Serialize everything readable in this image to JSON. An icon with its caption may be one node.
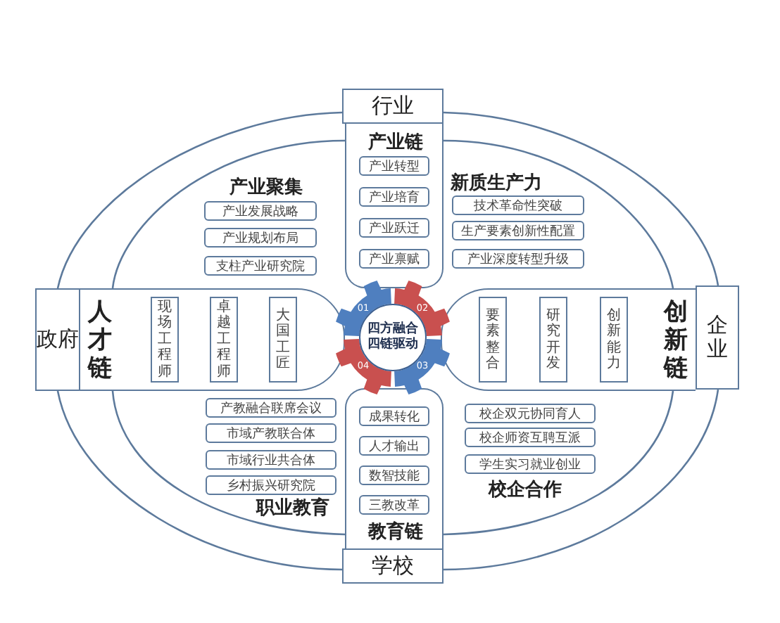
{
  "diagram": {
    "nodes": [
      {
        "text": [
          "行业"
        ]
      },
      {
        "text": [
          "产业链"
        ]
      },
      {
        "text": [
          "产业转型"
        ],
        "in": 1
      },
      {
        "text": [
          "产业培育"
        ],
        "in": 1
      },
      {
        "text": [
          "产业跃迁"
        ],
        "in": 1
      },
      {
        "text": [
          "产业禀赋"
        ],
        "in": 1
      },
      {
        "text": [
          "产业发展战略"
        ]
      },
      {
        "text": [
          "产业规划布局"
        ]
      },
      {
        "text": [
          "支柱产业研究院"
        ]
      },
      {
        "text": [
          "技术革命性突破"
        ]
      },
      {
        "text": [
          "生产要素创新性配置"
        ]
      },
      {
        "text": [
          "产业深度转型升级"
        ]
      },
      {
        "text": [
          "政府"
        ]
      },
      {
        "text": [
          "人才链"
        ]
      },
      {
        "text": [
          "现场工程师"
        ],
        "in": 13
      },
      {
        "text": [
          "卓越工程师"
        ],
        "in": 13
      },
      {
        "text": [
          "大国工匠"
        ],
        "in": 13
      },
      {
        "text": [
          "四方融合四链驱动"
        ]
      },
      {
        "text": [
          "创新链"
        ]
      },
      {
        "text": [
          "要素整合"
        ],
        "in": 18
      },
      {
        "text": [
          "研究开发"
        ],
        "in": 18
      },
      {
        "text": [
          "创新能力"
        ],
        "in": 18
      },
      {
        "text": [
          "企业"
        ]
      },
      {
        "text": [
          "产教融合联席会议"
        ]
      },
      {
        "text": [
          "市域产教联合体"
        ]
      },
      {
        "text": [
          "市域行业共合体"
        ]
      },
      {
        "text": [
          "乡村振兴研究院"
        ]
      },
      {
        "text": [
          "校企双元协同育人"
        ]
      },
      {
        "text": [
          "校企师资互聘互派"
        ]
      },
      {
        "text": [
          "学生实习就业创业"
        ]
      },
      {
        "text": [
          "教育链"
        ]
      },
      {
        "text": [
          "成果转化"
        ],
        "in": 30
      },
      {
        "text": [
          "人才输出"
        ],
        "in": 30
      },
      {
        "text": [
          "数智技能"
        ],
        "in": 30
      },
      {
        "text": [
          "三教改革"
        ],
        "in": 30
      },
      {
        "text": [
          "学校"
        ]
      }
    ],
    "edges": [
      {
        "from": 0,
        "to": 12,
        "arrow": "none"
      },
      {
        "from": 0,
        "to": 22,
        "arrow": "none"
      },
      {
        "from": 1,
        "to": 13,
        "arrow": "none"
      },
      {
        "from": 1,
        "to": 18,
        "arrow": "none"
      },
      {
        "from": 13,
        "to": 30,
        "arrow": "none"
      },
      {
        "from": 18,
        "to": 30,
        "arrow": "none"
      },
      {
        "from": 12,
        "to": 35,
        "arrow": "none"
      },
      {
        "from": 22,
        "to": 35,
        "arrow": "none"
      }
    ],
    "labels": [
      "产业聚集",
      "新质生产力",
      "01",
      "02",
      "04",
      "03",
      "职业教育",
      "校企合作"
    ]
  }
}
